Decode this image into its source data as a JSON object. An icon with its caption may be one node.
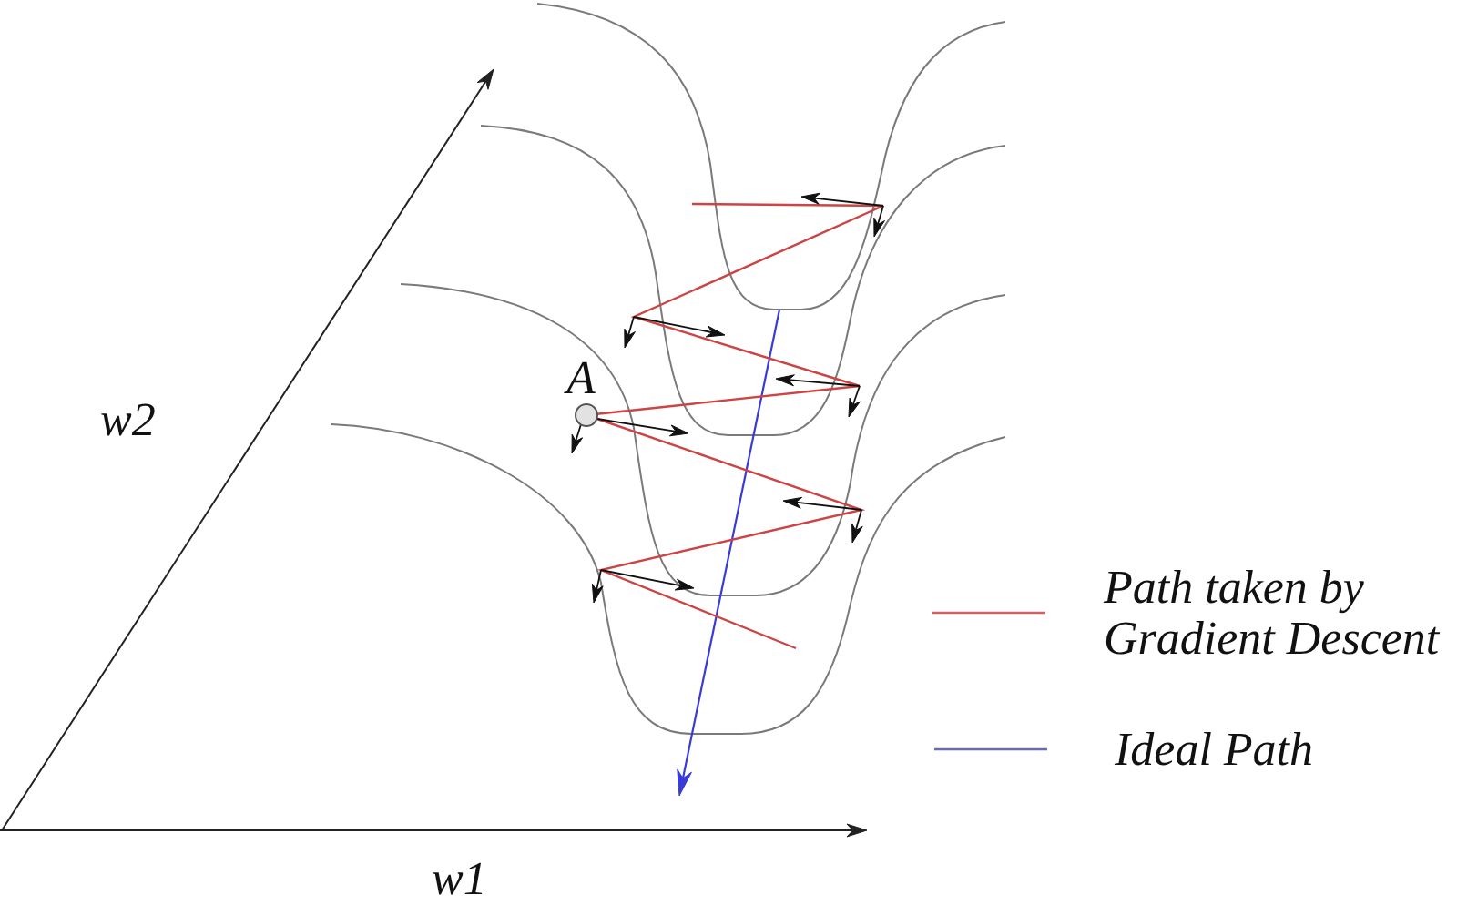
{
  "diagram": {
    "labels": [
      "A",
      "w2",
      "w1"
    ],
    "legend": [
      {
        "text": "Path taken by Gradient Descent"
      },
      {
        "text": "Ideal Path"
      }
    ]
  }
}
